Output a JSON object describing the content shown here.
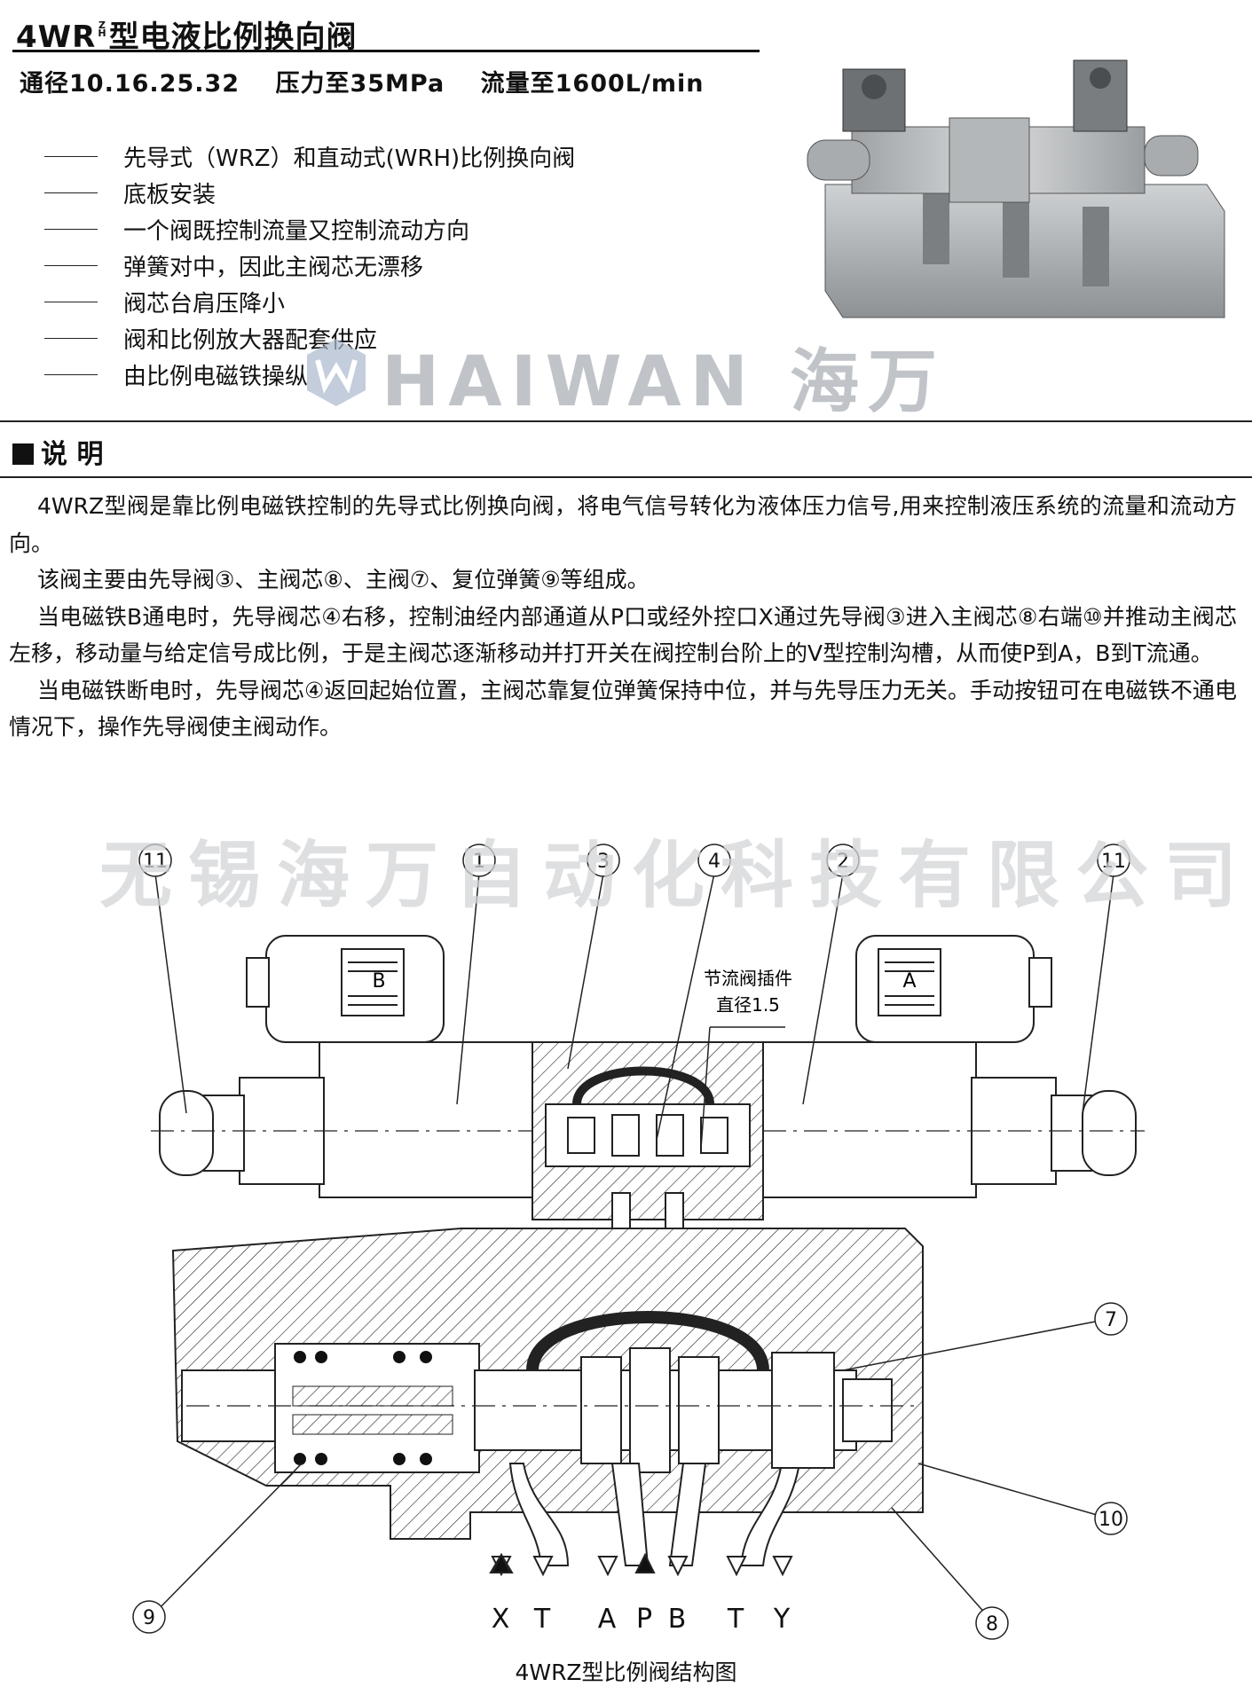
{
  "title": {
    "main": "4WR",
    "sub_top": "Z",
    "sub_bottom": "H",
    "rest": "型电液比例换向阀"
  },
  "specs": [
    "通径10.16.25.32",
    "压力至35MPa",
    "流量至1600L/min"
  ],
  "features": [
    "先导式（WRZ）和直动式(WRH)比例换向阀",
    "底板安装",
    "一个阀既控制流量又控制流动方向",
    "弹簧对中，因此主阀芯无漂移",
    "阀芯台肩压降小",
    "阀和比例放大器配套供应",
    "由比例电磁铁操纵"
  ],
  "watermark_brand": "HAIWAN 海万",
  "section_title": "说 明",
  "paragraphs": [
    "4WRZ型阀是靠比例电磁铁控制的先导式比例换向阀，将电气信号转化为液体压力信号,用来控制液压系统的流量和流动方向。",
    "该阀主要由先导阀③、主阀芯⑧、主阀⑦、复位弹簧⑨等组成。",
    "当电磁铁B通电时，先导阀芯④右移，控制油经内部通道从P口或经外控口X通过先导阀③进入主阀芯⑧右端⑩并推动主阀芯左移，移动量与给定信号成比例，于是主阀芯逐渐移动并打开关在阀控制台阶上的V型控制沟槽，从而使P到A，B到T流通。",
    "当电磁铁断电时，先导阀芯④返回起始位置，主阀芯靠复位弹簧保持中位，并与先导压力无关。手动按钮可在电磁铁不通电情况下，操作先导阀使主阀动作。"
  ],
  "watermark_company": "无锡海万自动化科技有限公司",
  "diagram": {
    "callouts_top": [
      "11",
      "1",
      "3",
      "4",
      "2",
      "11"
    ],
    "callouts_side": [
      "7",
      "10"
    ],
    "callouts_bottom": [
      "9",
      "8"
    ],
    "solenoid_b": "B",
    "solenoid_a": "A",
    "throttle_line1": "节流阀插件",
    "throttle_line2": "直径1.5",
    "ports": [
      "X",
      "T",
      "A",
      "P",
      "B",
      "T",
      "Y"
    ],
    "caption": "4WRZ型比例阀结构图"
  }
}
